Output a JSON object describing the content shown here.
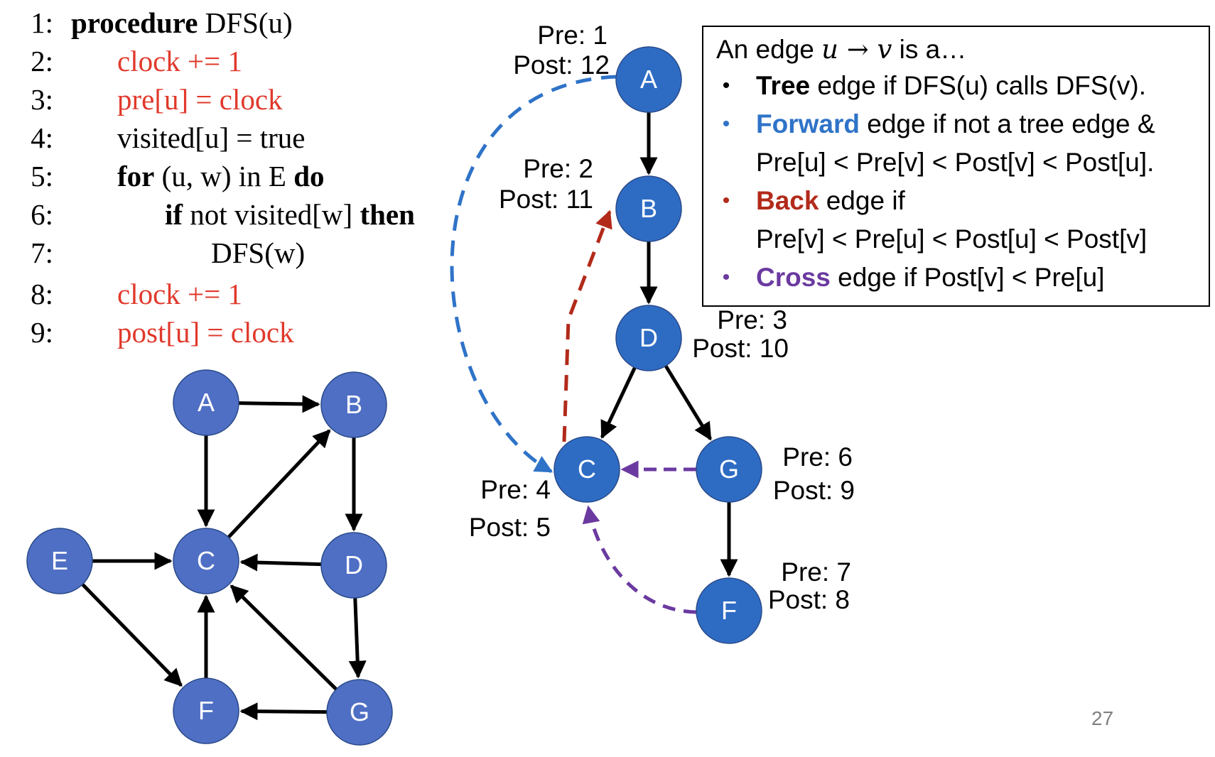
{
  "pseudocode": {
    "lines": [
      {
        "num": "1:",
        "parts": [
          {
            "t": "procedure ",
            "c": "kw"
          },
          {
            "t": "DFS",
            "c": "sc"
          },
          {
            "t": "(u)",
            "c": ""
          }
        ]
      },
      {
        "num": "2:",
        "parts": [
          {
            "t": "clock += 1",
            "c": "red"
          }
        ]
      },
      {
        "num": "3:",
        "parts": [
          {
            "t": "pre[u] = clock",
            "c": "red"
          }
        ]
      },
      {
        "num": "4:",
        "parts": [
          {
            "t": "visited[u] = true",
            "c": ""
          }
        ]
      },
      {
        "num": "5:",
        "parts": [
          {
            "t": "for",
            "c": "kw"
          },
          {
            "t": " (u, w) in E ",
            "c": ""
          },
          {
            "t": "do",
            "c": "kw"
          }
        ]
      },
      {
        "num": "6:",
        "parts": [
          {
            "t": "if",
            "c": "kw"
          },
          {
            "t": " not visited[w] ",
            "c": ""
          },
          {
            "t": "then",
            "c": "kw"
          }
        ]
      },
      {
        "num": "7:",
        "parts": [
          {
            "t": "DFS",
            "c": "sc"
          },
          {
            "t": "(w)",
            "c": ""
          }
        ]
      },
      {
        "num": "8:",
        "parts": [
          {
            "t": "clock += 1",
            "c": "red"
          }
        ]
      },
      {
        "num": "9:",
        "parts": [
          {
            "t": "post[u] = clock",
            "c": "red"
          }
        ]
      }
    ]
  },
  "legend": {
    "intro_prefix": "An edge ",
    "intro_math": "u → v",
    "intro_suffix": " is a…",
    "tree_name": "Tree",
    "tree_text": " edge if DFS(u) calls DFS(v).",
    "forward_name": "Forward",
    "forward_text": " edge if not a tree edge &",
    "forward_cond": "Pre[u] < Pre[v] < Post[v] < Post[u].",
    "back_name": "Back",
    "back_text": " edge if",
    "back_cond": "Pre[v] < Pre[u] < Post[u] < Post[v]",
    "cross_name": "Cross",
    "cross_text": " edge if Post[v] < Pre[u]",
    "bullet": "•"
  },
  "original_graph": {
    "nodes": [
      "A",
      "B",
      "C",
      "D",
      "E",
      "F",
      "G"
    ],
    "edges": [
      [
        "A",
        "B"
      ],
      [
        "A",
        "C"
      ],
      [
        "C",
        "B"
      ],
      [
        "B",
        "D"
      ],
      [
        "D",
        "C"
      ],
      [
        "E",
        "C"
      ],
      [
        "E",
        "F"
      ],
      [
        "F",
        "C"
      ],
      [
        "G",
        "C"
      ],
      [
        "D",
        "G"
      ],
      [
        "G",
        "F"
      ]
    ]
  },
  "dfs_tree": {
    "nodes": [
      {
        "id": "A",
        "pre_label": "Pre: 1",
        "post_label": "Post: 12"
      },
      {
        "id": "B",
        "pre_label": "Pre: 2",
        "post_label": "Post: 11"
      },
      {
        "id": "D",
        "pre_label": "Pre: 3",
        "post_label": "Post: 10"
      },
      {
        "id": "C",
        "pre_label": "Pre: 4",
        "post_label": "Post: 5"
      },
      {
        "id": "G",
        "pre_label": "Pre: 6",
        "post_label": "Post: 9"
      },
      {
        "id": "F",
        "pre_label": "Pre: 7",
        "post_label": "Post: 8"
      }
    ],
    "tree_edges": [
      [
        "A",
        "B"
      ],
      [
        "B",
        "D"
      ],
      [
        "D",
        "C"
      ],
      [
        "D",
        "G"
      ],
      [
        "G",
        "F"
      ]
    ],
    "forward_edges": [
      [
        "A",
        "C"
      ]
    ],
    "back_edges": [
      [
        "C",
        "B"
      ]
    ],
    "cross_edges": [
      [
        "G",
        "C"
      ],
      [
        "F",
        "C"
      ]
    ]
  },
  "colors": {
    "node_fill_original": "#4f6fc4",
    "node_fill_dfs": "#2e6cc4",
    "forward": "#2f73c8",
    "back": "#b22a1a",
    "cross": "#6b3aa0",
    "pseudocode_highlight": "#e0392b"
  },
  "page_number": "27"
}
